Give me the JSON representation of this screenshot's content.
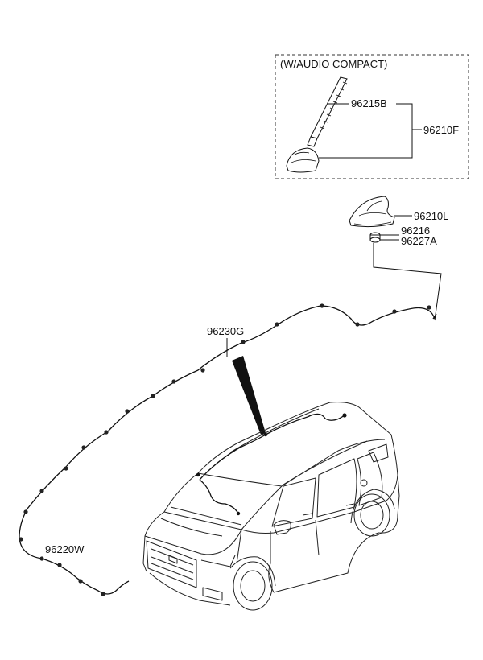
{
  "inset": {
    "title": "(W/AUDIO COMPACT)"
  },
  "parts": {
    "p96215B": "96215B",
    "p96210F": "96210F",
    "p96210L": "96210L",
    "p96216": "96216",
    "p96227A": "96227A",
    "p96230G": "96230G",
    "p96220W": "96220W"
  }
}
